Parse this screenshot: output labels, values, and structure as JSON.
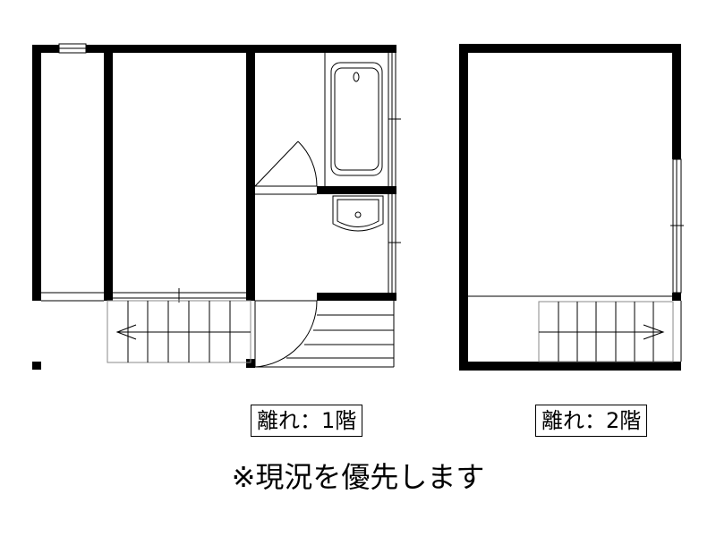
{
  "plans": [
    {
      "label": "離れ：1階"
    },
    {
      "label": "離れ：2階"
    }
  ],
  "note": "※現況を優先します"
}
